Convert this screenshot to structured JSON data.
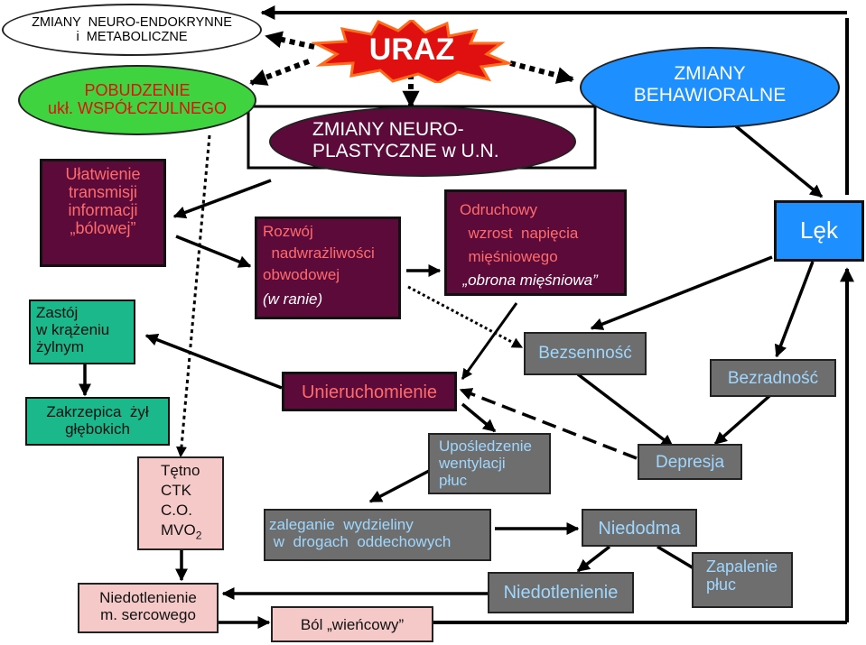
{
  "nodes": {
    "neuro_endocrine": "ZMIANY  NEURO-ENDOKRYNNE\ni  METABOLICZNE",
    "sympathetic": "POBUDZENIE\nukł. WSPÓŁCZULNEGO",
    "uraz": "URAZ",
    "neuroplastic": "ZMIANY NEURO-\nPLASTYCZNE w U.N.",
    "behavioral": "ZMIANY\nBEHAWIORALNE",
    "pain_transmission": "Ułatwienie\ntransmisji\ninformacji\n„bólowej”",
    "hypersensitivity_line1": "Rozwój",
    "hypersensitivity_line2": "  nadwrażliwości",
    "hypersensitivity_line3": "obwodowej",
    "hypersensitivity_line4": "(w ranie)",
    "muscle_tension_line1": "Odruchowy",
    "muscle_tension_line2": "  wzrost  napięcia",
    "muscle_tension_line3": "  mięśniowego",
    "muscle_tension_line4": "  „obrona mięśniowa”",
    "anxiety": "Lęk",
    "venous_stasis": "Zastój\nw krążeniu\nżylnym",
    "insomnia": "Bezsenność",
    "helplessness": "Bezradność",
    "immobilization": "Unieruchomienie",
    "thrombosis": "Zakrzepica  żył\ngłębokich",
    "ventilation": "Upośledzenie\nwentylacji\npłuc",
    "depression": "Depresja",
    "cardiac_params_line1": "Tętno",
    "cardiac_params_line2": "CTK",
    "cardiac_params_line3": "C.O.",
    "cardiac_params_line4": "MVO",
    "cardiac_params_sub": "2",
    "secretion": "zaleganie  wydzieliny\n w  drogach  oddechowych",
    "atelectasis": "Niedodma",
    "hypoxia": "Niedotlenienie",
    "pneumonia": "Zapalenie\npłuc",
    "myocardial_hypoxia": "Niedotlenienie\nm. sercowego",
    "coronary_pain": "Ból „wieńcowy”"
  },
  "colors": {
    "dark": "#5c0a3a",
    "green": "#1ab88a",
    "lime": "#3fd43f",
    "grey": "#6e6e6e",
    "blue": "#1d8fff",
    "pink": "#f6c9c9",
    "red": "#e01010",
    "orange": "#ff6b1a"
  }
}
